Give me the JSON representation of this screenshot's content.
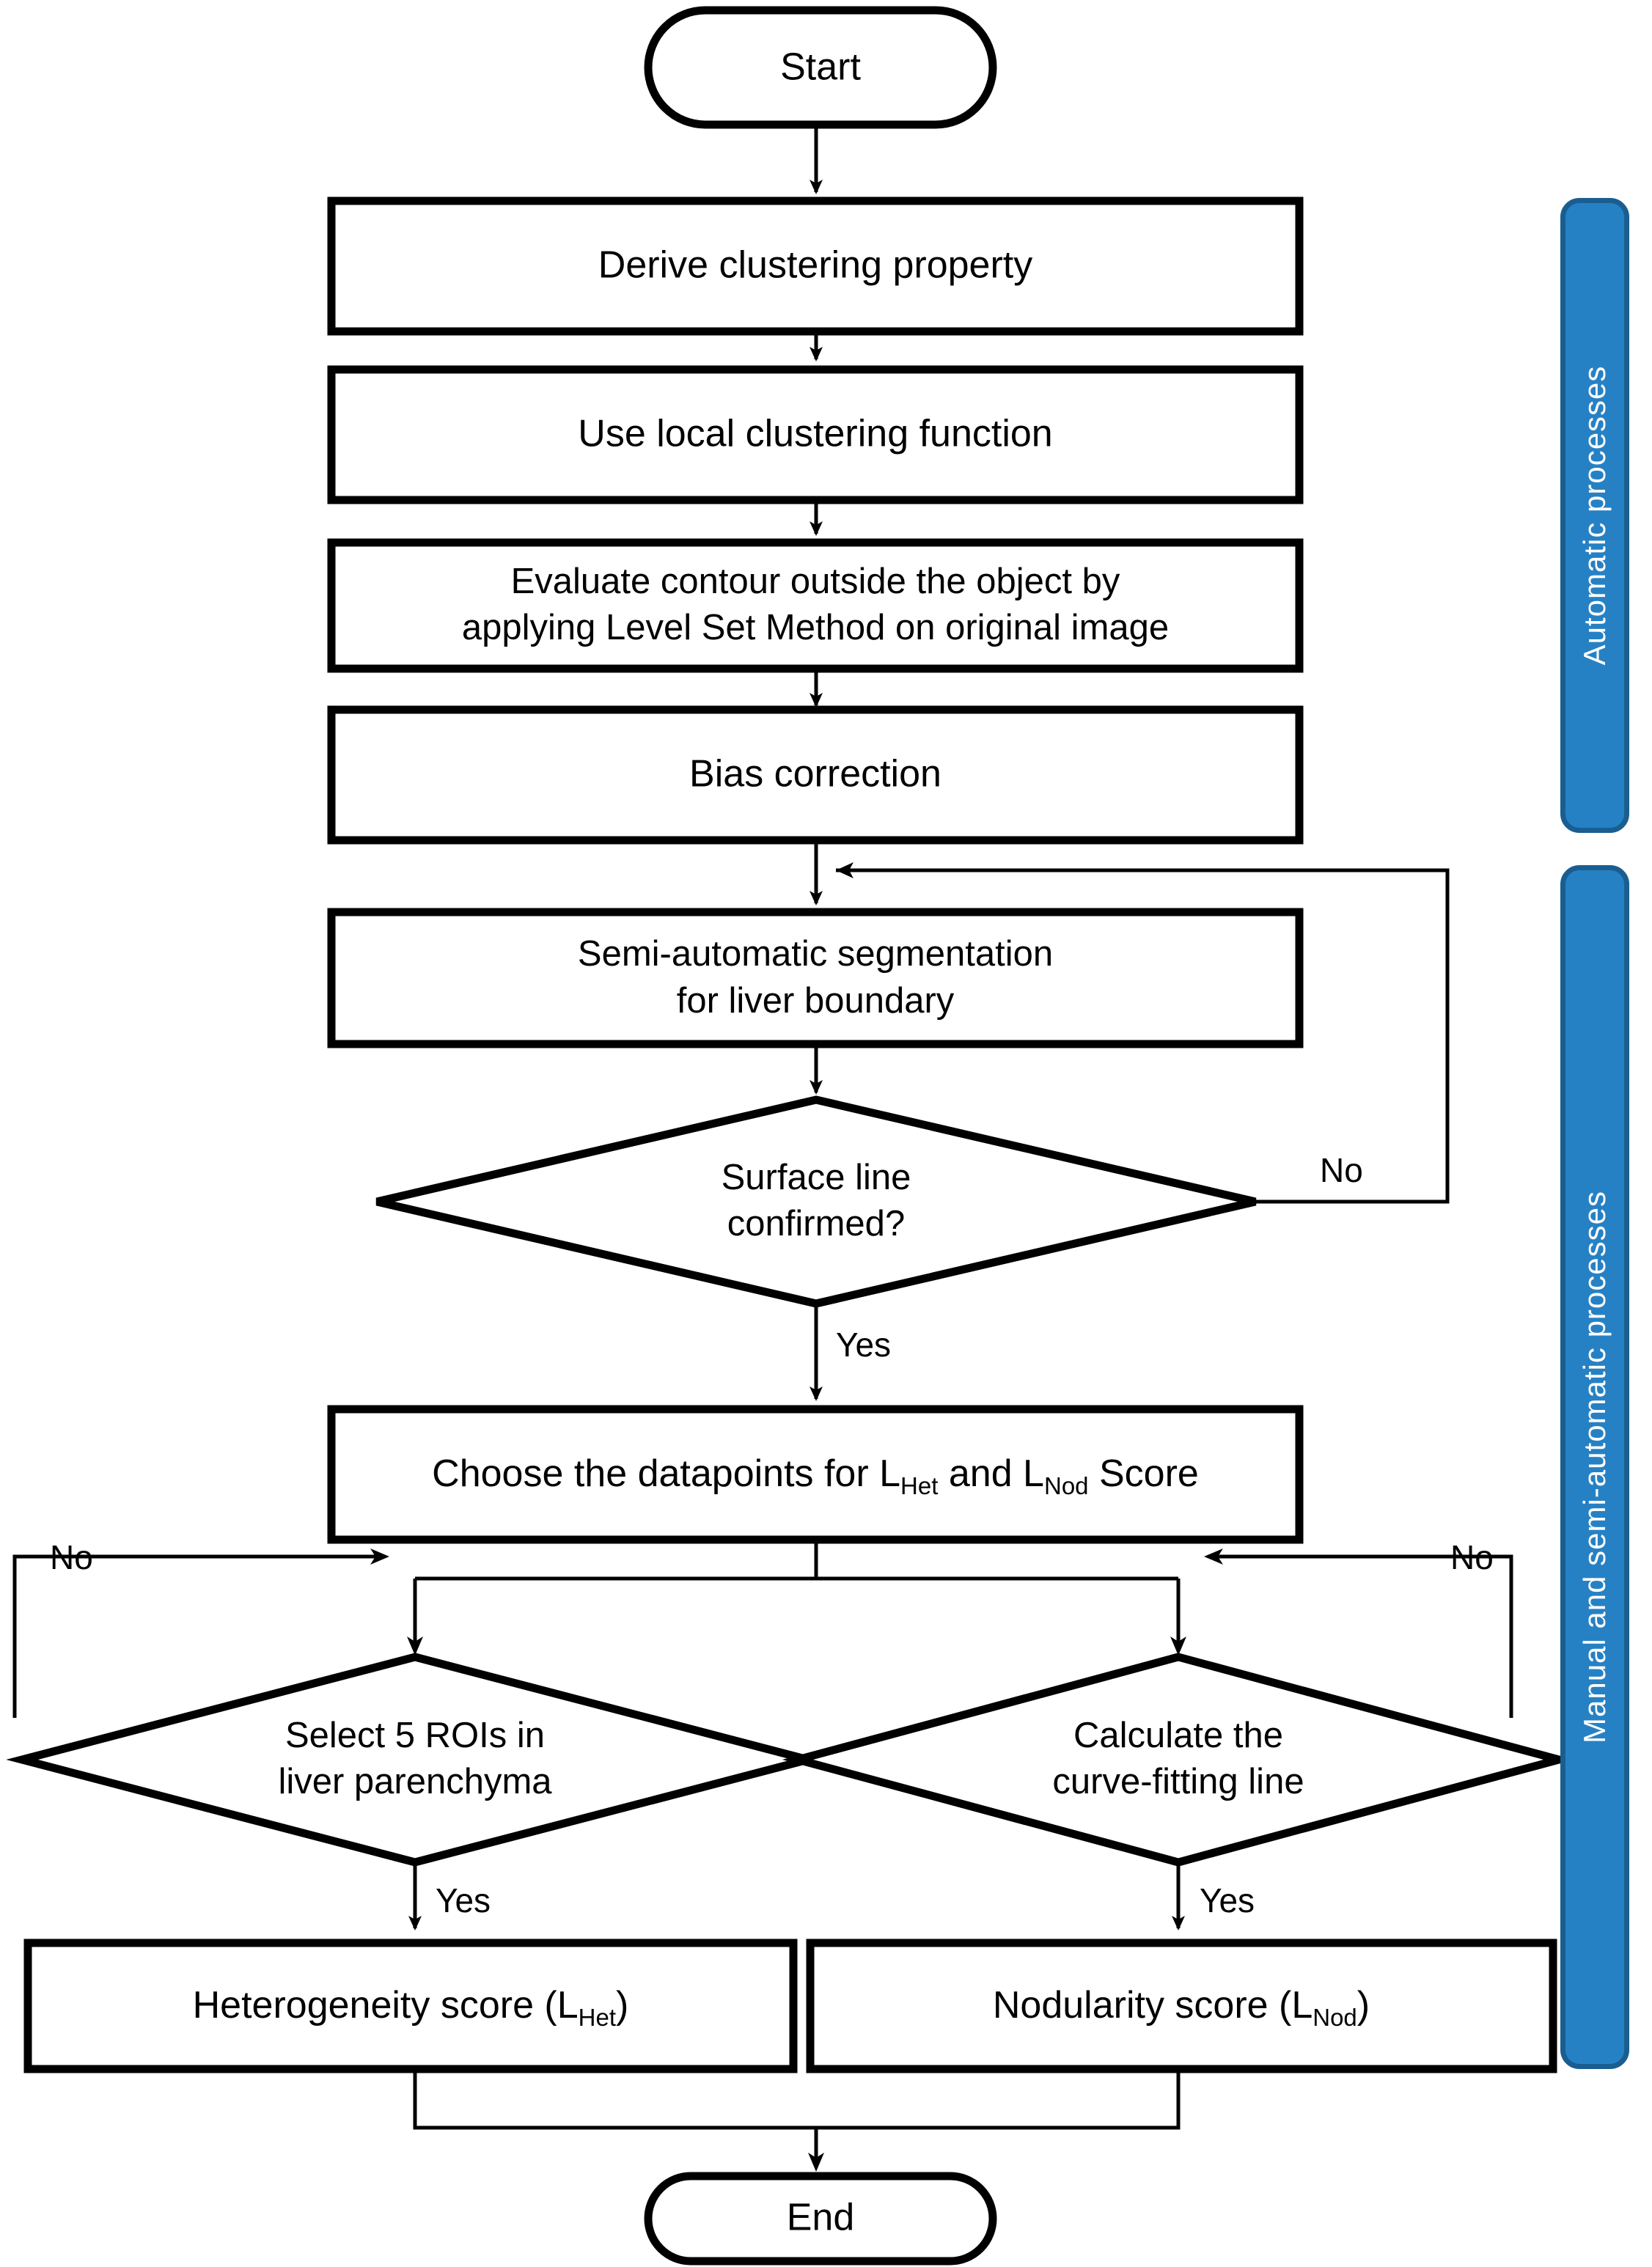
{
  "diagram": {
    "title": "Liver heterogeneity and nodularity scoring workflow",
    "nodes": {
      "start": {
        "label": "Start",
        "shape": "terminator"
      },
      "derive_clustering": {
        "label": "Derive clustering property",
        "shape": "process"
      },
      "local_clustering": {
        "label": "Use local clustering function",
        "shape": "process"
      },
      "evaluate_contour_line1": {
        "label": "Evaluate contour outside the object by",
        "shape": "process"
      },
      "evaluate_contour_line2": {
        "label": "applying Level Set Method on original image",
        "shape": "process"
      },
      "bias_correction": {
        "label": "Bias correction",
        "shape": "process"
      },
      "semi_auto_seg_line1": {
        "label": "Semi-automatic  segmentation",
        "shape": "process"
      },
      "semi_auto_seg_line2": {
        "label": "for liver boundary",
        "shape": "process"
      },
      "surface_line_q_line1": {
        "label": "Surface line",
        "shape": "decision"
      },
      "surface_line_q_line2": {
        "label": "confirmed?",
        "shape": "decision"
      },
      "choose_datapoints": {
        "shape": "process",
        "text_parts": [
          "Choose the datapoints for L",
          "Het",
          " and L",
          "Nod",
          " Score"
        ]
      },
      "select_rois_line1": {
        "label": "Select 5 ROIs in",
        "shape": "decision"
      },
      "select_rois_line2": {
        "label": "liver parenchyma",
        "shape": "decision"
      },
      "curve_fitting_line1": {
        "label": "Calculate the",
        "shape": "decision"
      },
      "curve_fitting_line2": {
        "label": "curve-fitting  line",
        "shape": "decision"
      },
      "heterogeneity_score": {
        "shape": "process",
        "text_parts": [
          "Heterogeneity score (L",
          "Het",
          ")"
        ]
      },
      "nodularity_score": {
        "shape": "process",
        "text_parts": [
          "Nodularity  score (L",
          "Nod",
          ")"
        ]
      },
      "end": {
        "label": "End",
        "shape": "terminator"
      }
    },
    "edge_labels": {
      "surface_no": "No",
      "surface_yes": "Yes",
      "rois_no": "No",
      "rois_yes": "Yes",
      "curve_no": "No",
      "curve_yes": "Yes"
    },
    "lanes": [
      {
        "label": "Automatic processes",
        "color": "#2681C4",
        "border_color": "#1A5E91"
      },
      {
        "label": "Manual and semi-automatic processes",
        "color": "#2681C4",
        "border_color": "#1A5E91"
      }
    ],
    "colors": {
      "background": "#FFFFFF",
      "node_stroke": "#000000",
      "node_fill": "#FFFFFF",
      "connector": "#000000",
      "lane_fill": "#2681C4",
      "lane_border": "#1A5E91",
      "lane_text": "#FFFFFF"
    }
  }
}
